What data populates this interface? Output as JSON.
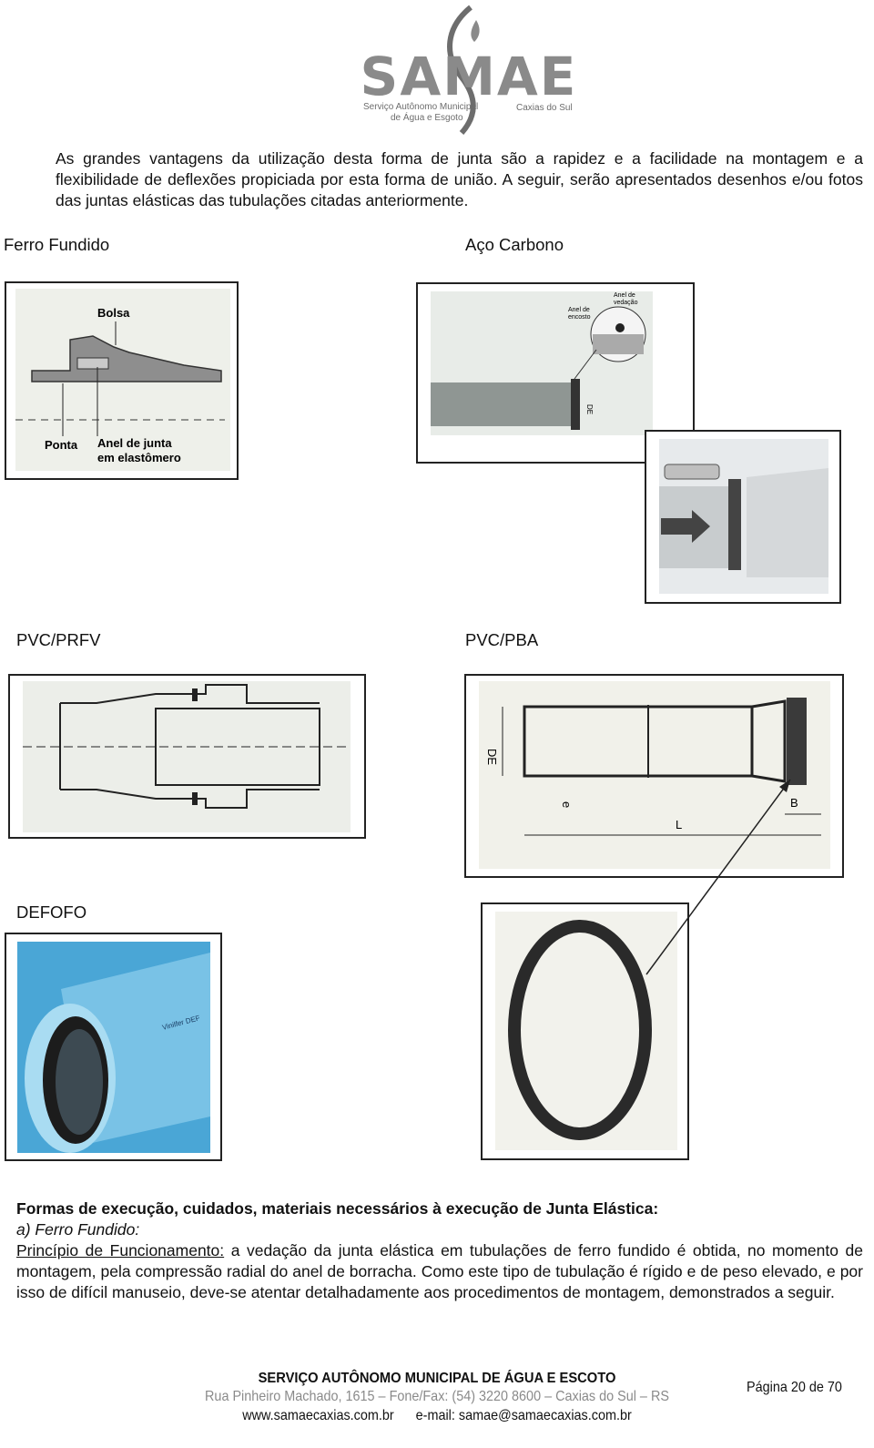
{
  "header": {
    "logo_text": "SAMAE",
    "logo_sub_left_1": "Serviço Autônomo Municipal",
    "logo_sub_left_2": "de Água e Esgoto",
    "logo_sub_right": "Caxias do Sul"
  },
  "intro": "As grandes vantagens da utilização desta forma de junta são a rapidez e a facilidade na montagem e a flexibilidade de deflexões propiciada por esta forma de união. A seguir, serão apresentados desenhos e/ou fotos das juntas elásticas das tubulações citadas anteriormente.",
  "sections": {
    "ferro": "Ferro Fundido",
    "aco": "Aço Carbono",
    "prfv": "PVC/PRFV",
    "pba": "PVC/PBA",
    "defofo": "DEFOFO"
  },
  "figure_labels": {
    "bolsa": "Bolsa",
    "ponta": "Ponta",
    "anel_1": "Anel de junta",
    "anel_2": "em elastômero",
    "anel_encosto_1": "Anel de",
    "anel_encosto_2": "encosto",
    "anel_vedacao_1": "Anel de",
    "anel_vedacao_2": "vedação",
    "de": "DE",
    "e": "e",
    "b": "B",
    "l": "L",
    "brand": "Vinilfer DEF"
  },
  "body": {
    "heading": "Formas de execução, cuidados, materiais necessários à execução de Junta Elástica:",
    "subheading": "a) Ferro Fundido:",
    "principle_label": "Princípio de Funcionamento:",
    "principle_text": " a vedação da junta elástica em tubulações de ferro fundido é obtida, no momento de montagem, pela compressão radial do anel de borracha. Como este tipo de tubulação é rígido e de peso elevado, e por isso de difícil manuseio, deve-se atentar detalhadamente aos procedimentos de montagem, demonstrados a seguir."
  },
  "footer": {
    "title": "SERVIÇO AUTÔNOMO MUNICIPAL DE ÁGUA E ESCOTO",
    "address": "Rua Pinheiro Machado, 1615 – Fone/Fax: (54) 3220 8600 – Caxias do Sul – RS",
    "contact": "www.samaecaxias.com.br      e-mail: samae@samaecaxias.com.br",
    "page": "Página 20 de 70"
  }
}
